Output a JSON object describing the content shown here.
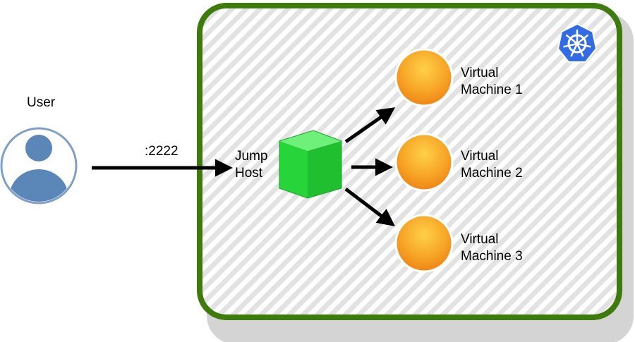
{
  "user": {
    "label": "User"
  },
  "connection": {
    "port_label": ":2222"
  },
  "jump_host": {
    "line1": "Jump",
    "line2": "Host"
  },
  "virtual_machines": [
    {
      "line1": "Virtual",
      "line2": "Machine 1"
    },
    {
      "line1": "Virtual",
      "line2": "Machine 2"
    },
    {
      "line1": "Virtual",
      "line2": "Machine 3"
    }
  ],
  "cluster": {
    "icon": "kubernetes-icon",
    "border_color": "#3f7a0c",
    "fill_pattern": "diagonal-stripes"
  },
  "colors": {
    "user_icon": "#5b86b8",
    "jump_host": "#27d43a",
    "vm": "#f39a1c",
    "kubernetes": "#326ce5"
  }
}
